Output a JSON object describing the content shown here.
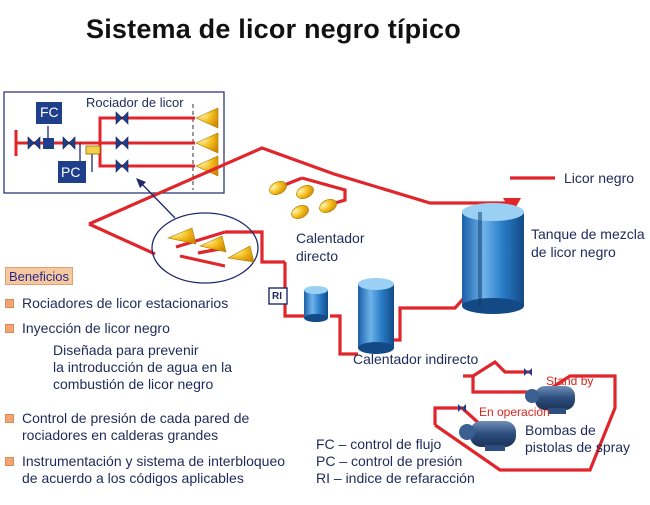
{
  "title": "Sistema de licor negro típico",
  "labels": {
    "rociador": "Rociador de licor",
    "fc_box": "FC",
    "pc_box": "PC",
    "ri_box": "RI",
    "licor_negro": "Licor negro",
    "tanque_1": "Tanque de mezcla",
    "tanque_2": "de licor negro",
    "calentador_directo_1": "Calentador",
    "calentador_directo_2": "directo",
    "calentador_indirecto": "Calentador indirecto",
    "stand_by": "Stand by",
    "en_operacion": "En operación",
    "bombas_1": "Bombas de",
    "bombas_2": "pistolas de spray"
  },
  "beneficios": {
    "title": "Beneficios",
    "items": [
      {
        "lines": [
          "Rociadores de licor estacionarios"
        ]
      },
      {
        "lines": [
          "Inyección de licor negro"
        ]
      },
      {
        "lines": [
          "Control de presión de cada pared de",
          "rociadores en calderas grandes"
        ]
      },
      {
        "lines": [
          "Instrumentación y sistema de interbloqueo",
          "de acuerdo a los códigos aplicables"
        ]
      }
    ],
    "sub": [
      "Diseñada para prevenir",
      "la introducción de agua en la",
      "combustión de licor negro"
    ]
  },
  "legend": [
    "FC – control de flujo",
    "PC – control de presión",
    "RI –  indice de refaracción"
  ],
  "colors": {
    "pipe": "#e0262b",
    "tank": "#2a7dc8",
    "nozzle": "#f4c020",
    "text": "#1f2a5a"
  }
}
